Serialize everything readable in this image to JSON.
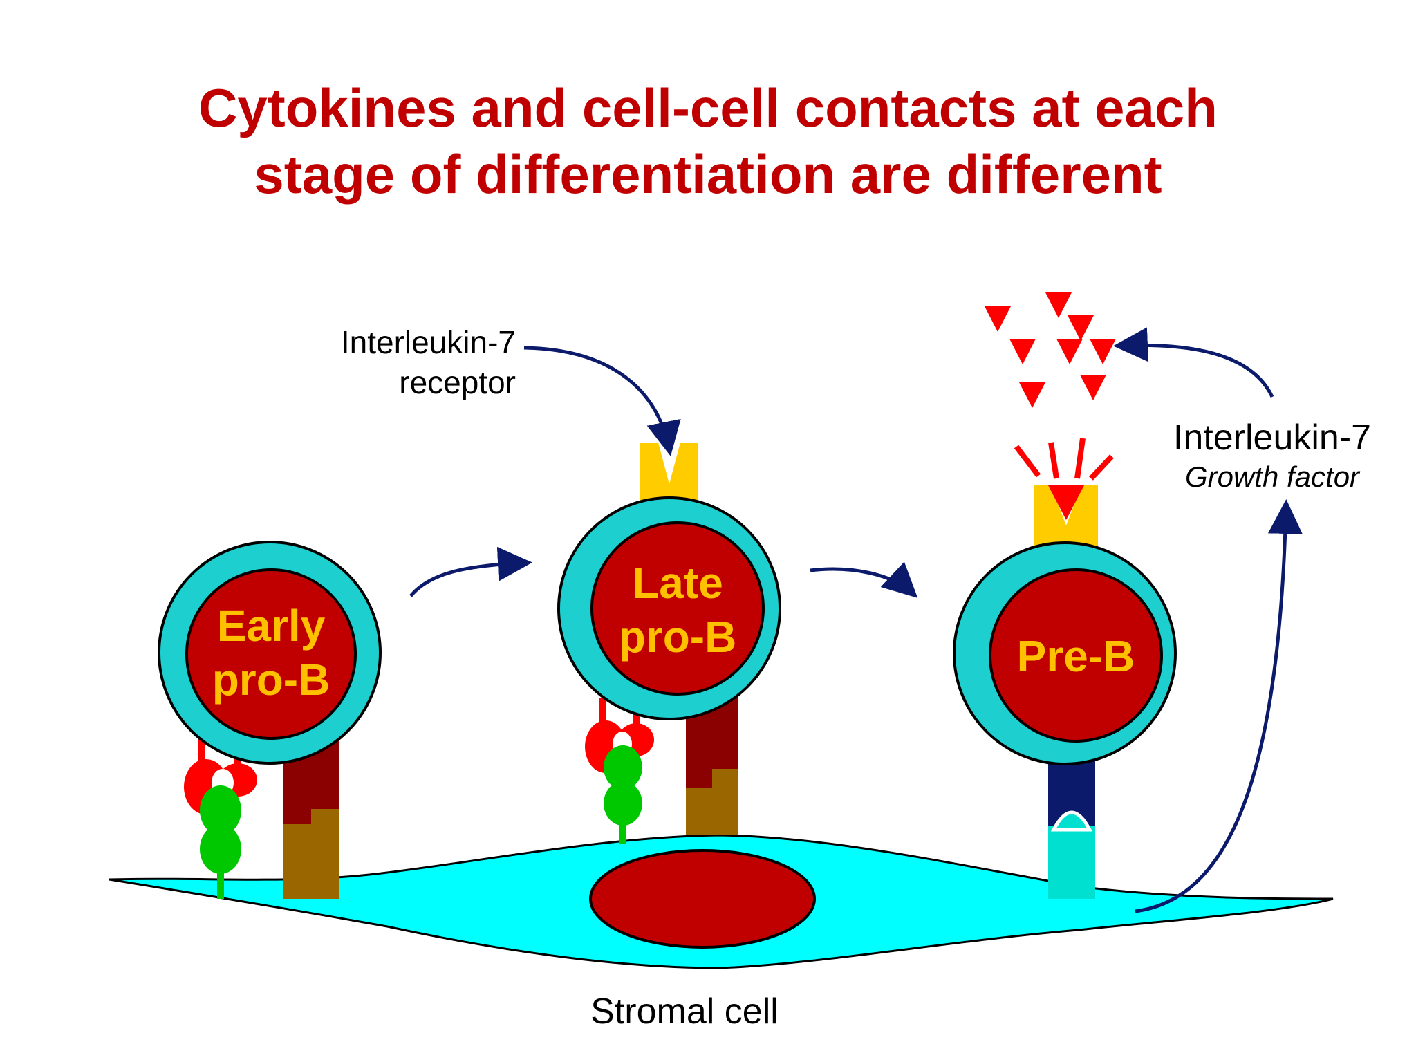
{
  "title": {
    "line1": "Cytokines and cell-cell contacts at each",
    "line2": "stage of differentiation are different"
  },
  "cells": {
    "early": {
      "line1": "Early",
      "line2": "pro-B"
    },
    "late": {
      "line1": "Late",
      "line2": "pro-B"
    },
    "preb": {
      "line1": "Pre-B"
    }
  },
  "labels": {
    "il7_receptor": {
      "line1": "Interleukin-7",
      "line2": "receptor"
    },
    "il7_growth": {
      "line1": "Interleukin-7",
      "line2": "Growth factor"
    },
    "stromal": "Stromal cell"
  },
  "colors": {
    "title": "#c00000",
    "cell_inner": "#c00000",
    "cell_outer": "#1ecfcf",
    "cell_text": "#ffc000",
    "stromal": "#00ffff",
    "receptor": "#ffcc00",
    "cytokine": "#ff0000",
    "arrow": "#0b1a6b"
  }
}
